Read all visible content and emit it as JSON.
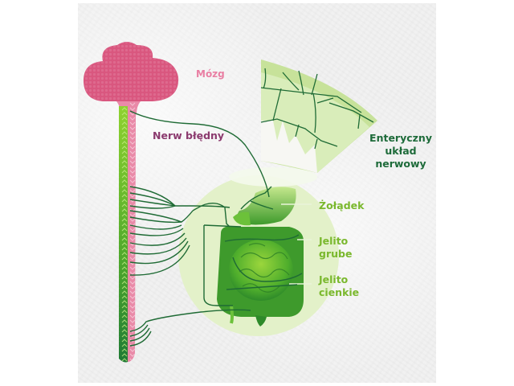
{
  "diagram": {
    "labels": {
      "brain": "Mózg",
      "vagus_nerve": "Nerw błędny",
      "enteric_nervous_system": [
        "Enteryczny",
        "układ",
        "nerwowy"
      ],
      "stomach": "Żołądek",
      "large_intestine": [
        "Jelito",
        "grube"
      ],
      "small_intestine": [
        "Jelito",
        "cienkie"
      ]
    },
    "colors": {
      "brain_pink": "#d9577f",
      "stem_green": "#7cc22e",
      "stem_pink": "#e98aa8",
      "nerve_dark_green": "#1f6b35",
      "organ_green": "#4fae2c",
      "circle_light_green": "#e3f1c9",
      "ens_label": "#1e6b3a",
      "organ_label": "#7ab82d",
      "brain_label": "#e97fa3",
      "vagus_label": "#8b3a6e"
    }
  }
}
